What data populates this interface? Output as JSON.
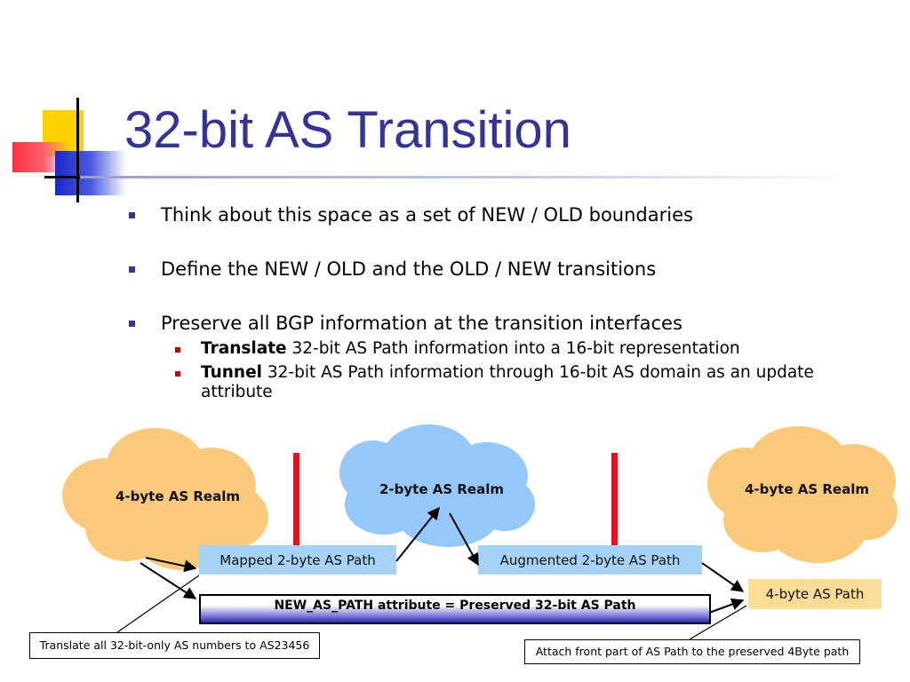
{
  "slide": {
    "title": "32-bit AS Transition",
    "bullets": [
      {
        "text": "Think about this space as a set of NEW / OLD boundaries"
      },
      {
        "text": "Define the NEW / OLD and the OLD / NEW transitions"
      },
      {
        "text": "Preserve all BGP information at the transition interfaces",
        "sub": [
          {
            "bold": "Translate",
            "text": " 32-bit AS Path information into a 16-bit representation"
          },
          {
            "bold": "Tunnel",
            "text": " 32-bit AS Path information through 16-bit AS domain as an update attribute"
          }
        ]
      }
    ]
  },
  "diagram": {
    "left_realm": "4-byte AS Realm",
    "middle_realm": "2-byte AS Realm",
    "right_realm": "4-byte AS Realm",
    "mapped_path": "Mapped 2-byte AS Path",
    "augmented_path": "Augmented 2-byte AS Path",
    "four_byte_path": "4-byte AS Path",
    "new_as_path": "NEW_AS_PATH attribute = Preserved 32-bit AS Path",
    "callout_left": "Translate all 32-bit-only AS numbers to AS23456",
    "callout_right": "Attach front part of AS Path to the preserved 4Byte path"
  },
  "colors": {
    "title": "#333399",
    "bullet_marker": "#333399",
    "sub_marker": "#cc0000",
    "cloud_4byte": "#fbc97a",
    "cloud_2byte": "#94c8f8",
    "path_box_2byte": "#a6d2f6",
    "path_box_4byte": "#fddc95",
    "boundary": "#e8101c"
  },
  "icons": [
    "cloud-shape",
    "arrow-right"
  ]
}
